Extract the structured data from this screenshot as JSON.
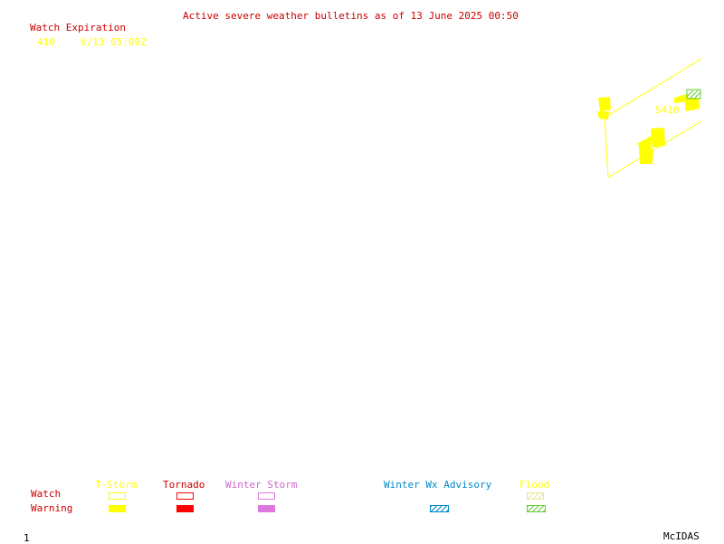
{
  "header": {
    "title": "Active severe weather bulletins as of 13 June 2025 00:50"
  },
  "watch_expiration": {
    "heading": "Watch Expiration",
    "watch_number": "410",
    "expires": "6/13 05:00Z"
  },
  "map": {
    "watch_label": "S410",
    "watch_color": "#ffff00"
  },
  "legend": {
    "row_watch": "Watch",
    "row_warning": "Warning",
    "categories": [
      {
        "label": "T-Storm",
        "color": "#ffff00"
      },
      {
        "label": "Tornado",
        "color": "#ff0000"
      },
      {
        "label": "Winter Storm",
        "color": "#dd77dd"
      },
      {
        "label": "Winter Wx Advisory",
        "color": "#0088cc"
      },
      {
        "label": "Flood",
        "color": "#66cc33"
      }
    ]
  },
  "footer": {
    "frame_number": "1",
    "brand": "McIDAS"
  }
}
